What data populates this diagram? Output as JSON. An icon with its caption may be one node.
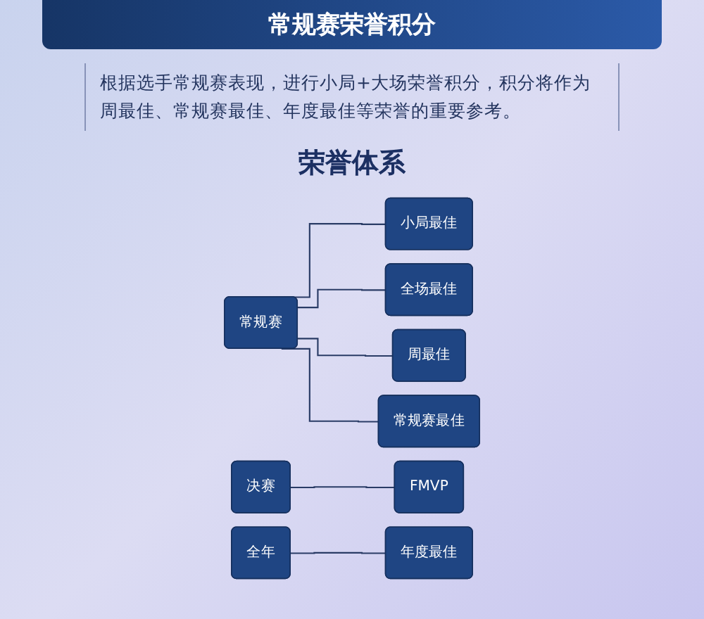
{
  "diagram": {
    "title": "常规赛荣誉积分",
    "nodes": [
      {
        "text": [
          "常规赛"
        ]
      },
      {
        "text": [
          "小局最佳"
        ]
      },
      {
        "text": [
          "全场最佳"
        ]
      },
      {
        "text": [
          "周最佳"
        ]
      },
      {
        "text": [
          "常规赛最佳"
        ]
      },
      {
        "text": [
          "决赛"
        ]
      },
      {
        "text": [
          "FMVP"
        ]
      },
      {
        "text": [
          "全年"
        ]
      },
      {
        "text": [
          "年度最佳"
        ]
      }
    ],
    "edges": [
      {
        "from": 0,
        "to": 1,
        "arrow": "none"
      },
      {
        "from": 0,
        "to": 2,
        "arrow": "none"
      },
      {
        "from": 0,
        "to": 3,
        "arrow": "none"
      },
      {
        "from": 0,
        "to": 4,
        "arrow": "none"
      },
      {
        "from": 5,
        "to": 6,
        "arrow": "none"
      },
      {
        "from": 7,
        "to": 8,
        "arrow": "none"
      }
    ],
    "labels": [
      "根据选手常规赛表现，进行小局+大场荣誉积分，积分将作为周最佳、常规赛最佳、年度最佳等荣誉的重要参考。",
      "荣誉体系"
    ]
  }
}
